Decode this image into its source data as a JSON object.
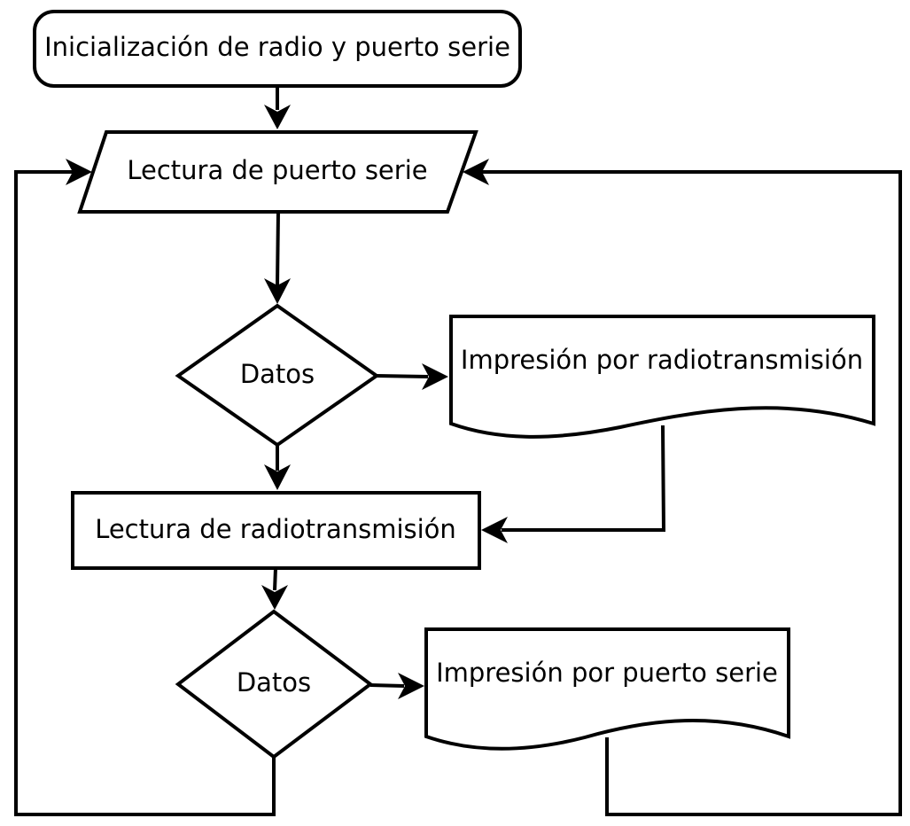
{
  "diagram": {
    "type": "flowchart",
    "nodes": {
      "start": {
        "shape": "terminator",
        "label": "Inicialización de radio y puerto serie"
      },
      "read_serial": {
        "shape": "data",
        "label": "Lectura de puerto serie"
      },
      "decision_1": {
        "shape": "decision",
        "label": "Datos"
      },
      "print_radio": {
        "shape": "document",
        "label": "Impresión por radiotransmisión"
      },
      "read_radio": {
        "shape": "process",
        "label": "Lectura de radiotransmisión"
      },
      "decision_2": {
        "shape": "decision",
        "label": "Datos"
      },
      "print_serial": {
        "shape": "document",
        "label": "Impresión por puerto serie"
      }
    },
    "edges": [
      {
        "from": "start",
        "to": "read_serial"
      },
      {
        "from": "read_serial",
        "to": "decision_1"
      },
      {
        "from": "decision_1",
        "to": "print_radio"
      },
      {
        "from": "decision_1",
        "to": "read_radio"
      },
      {
        "from": "print_radio",
        "to": "read_radio"
      },
      {
        "from": "read_radio",
        "to": "decision_2"
      },
      {
        "from": "decision_2",
        "to": "print_serial"
      },
      {
        "from": "decision_2",
        "to": "read_serial"
      },
      {
        "from": "print_serial",
        "to": "read_serial"
      }
    ],
    "colors": {
      "stroke": "#000000",
      "fill": "#ffffff",
      "text": "#000000"
    }
  }
}
